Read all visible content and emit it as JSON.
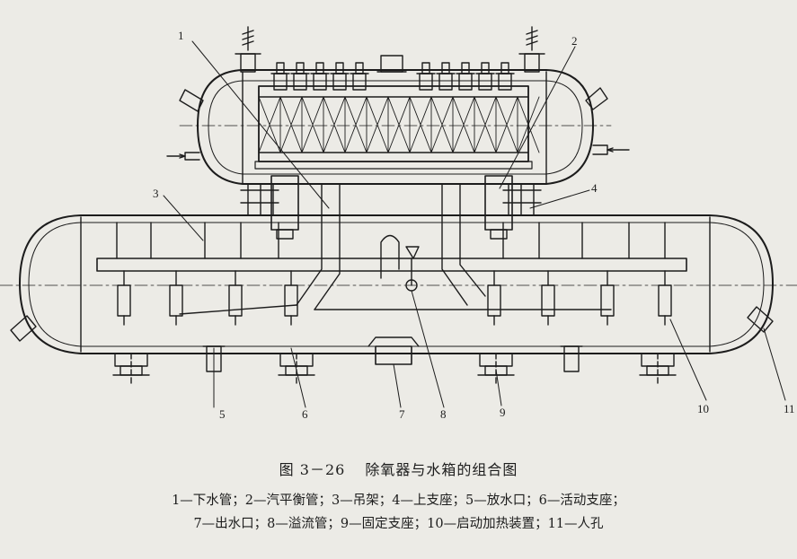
{
  "figure": {
    "number": "图 3－26",
    "title": "除氧器与水箱的组合图"
  },
  "legend": {
    "line1": "1—下水管；2—汽平衡管；3—吊架；4—上支座；5—放水口；6—活动支座；",
    "line2": "7—出水口；8—溢流管；9—固定支座；10—启动加热装置；11—人孔"
  },
  "callouts": [
    "1",
    "2",
    "3",
    "4",
    "5",
    "6",
    "7",
    "8",
    "9",
    "10",
    "11"
  ],
  "colors": {
    "ink": "#1c1c1c",
    "paper": "#ecebe6"
  }
}
